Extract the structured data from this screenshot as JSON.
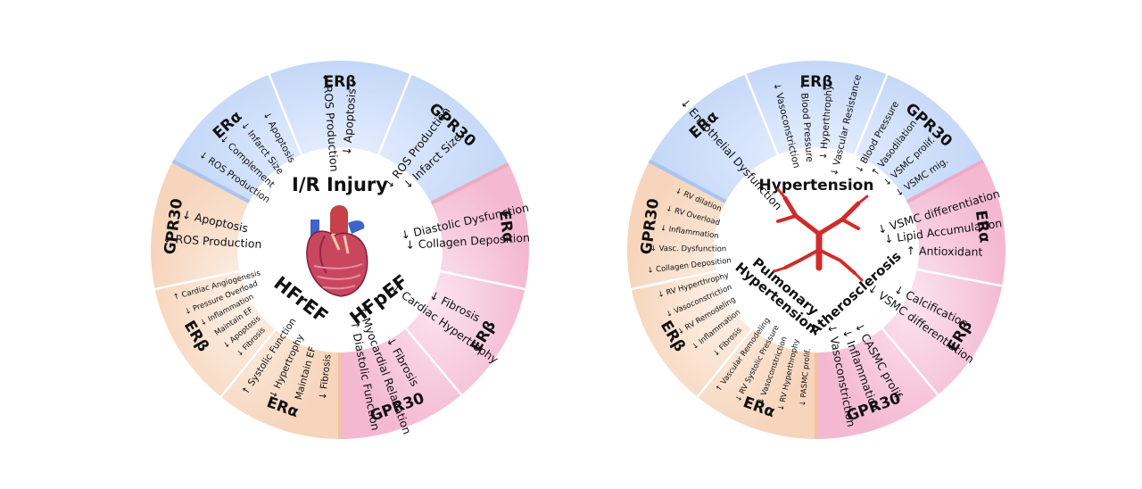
{
  "wheels": [
    {
      "id": "cardiac",
      "hub_labels": [
        {
          "key": "ir",
          "text": "I/R Injury"
        },
        {
          "key": "hfref",
          "text": "HFrEF"
        },
        {
          "key": "hfpef",
          "text": "HFpEF"
        }
      ],
      "segments": [
        {
          "receptor": "ERα",
          "items": [
            {
              "arrow": "down",
              "text": "ROS Production"
            },
            {
              "arrow": "down",
              "text": "Complement"
            },
            {
              "arrow": "down",
              "text": "Infarct Size"
            },
            {
              "arrow": "down",
              "text": "Apoptosis"
            }
          ]
        },
        {
          "receptor": "ERβ",
          "items": [
            {
              "arrow": "down",
              "text": "ROS Production"
            },
            {
              "arrow": "down",
              "text": "Apoptosis"
            }
          ]
        },
        {
          "receptor": "GPR30",
          "items": [
            {
              "arrow": "down",
              "text": "ROS Production"
            },
            {
              "arrow": "down",
              "text": "Infarct Size"
            }
          ]
        },
        {
          "receptor": "ERα",
          "items": [
            {
              "arrow": "down",
              "text": "Diastolic Dysfunction"
            },
            {
              "arrow": "down",
              "text": "Collagen Deposition"
            }
          ]
        },
        {
          "receptor": "ERβ",
          "items": [
            {
              "arrow": "down",
              "text": "Fibrosis"
            },
            {
              "arrow": "down",
              "text": "Cardiac Hypertrophy"
            }
          ]
        },
        {
          "receptor": "GPR30",
          "items": [
            {
              "arrow": "down",
              "text": "Fibrosis"
            },
            {
              "arrow": "up",
              "text": "Myocardial Relaxation"
            },
            {
              "arrow": "up",
              "text": "Diastolic Function"
            }
          ]
        },
        {
          "receptor": "ERα",
          "items": [
            {
              "arrow": "down",
              "text": "Fibrosis"
            },
            {
              "arrow": "none",
              "text": "Maintain EF"
            },
            {
              "arrow": "down",
              "text": "Hypertrophy"
            },
            {
              "arrow": "up",
              "text": "Systolic Function"
            }
          ]
        },
        {
          "receptor": "ERβ",
          "items": [
            {
              "arrow": "down",
              "text": "Fibrosis"
            },
            {
              "arrow": "down",
              "text": "Apoptosis"
            },
            {
              "arrow": "none",
              "text": "Maintain EF"
            },
            {
              "arrow": "down",
              "text": "Inflammation"
            },
            {
              "arrow": "down",
              "text": "Pressure Overload"
            },
            {
              "arrow": "up",
              "text": "Cardiac Angiogenesis"
            }
          ]
        },
        {
          "receptor": "GPR30",
          "items": [
            {
              "arrow": "down",
              "text": "ROS Production"
            },
            {
              "arrow": "down",
              "text": "Apoptosis"
            }
          ]
        }
      ]
    },
    {
      "id": "vascular",
      "hub_labels": [
        {
          "key": "htn",
          "text": "Hypertension"
        },
        {
          "key": "ph",
          "text": "Pulmonary Hypertension"
        },
        {
          "key": "ath",
          "text": "Atherosclerosis"
        }
      ],
      "segments": [
        {
          "receptor": "ERα",
          "items": [
            {
              "arrow": "down",
              "text": "Endothelial Dysfunction"
            }
          ]
        },
        {
          "receptor": "ERβ",
          "items": [
            {
              "arrow": "down",
              "text": "Vasoconstriction"
            },
            {
              "arrow": "down",
              "text": "Blood Pressure"
            },
            {
              "arrow": "down",
              "text": "Hyperthrophy"
            },
            {
              "arrow": "down",
              "text": "Vascular Resistance"
            }
          ]
        },
        {
          "receptor": "GPR30",
          "items": [
            {
              "arrow": "down",
              "text": "Blood Pressure"
            },
            {
              "arrow": "up",
              "text": "Vasodilation"
            },
            {
              "arrow": "down",
              "text": "VSMC prolif."
            },
            {
              "arrow": "down",
              "text": "VSMC mig."
            }
          ]
        },
        {
          "receptor": "ERα",
          "items": [
            {
              "arrow": "down",
              "text": "VSMC differentiation"
            },
            {
              "arrow": "down",
              "text": "Lipid Accumulation"
            },
            {
              "arrow": "up",
              "text": "Antioxidant"
            }
          ]
        },
        {
          "receptor": "ERβ",
          "items": [
            {
              "arrow": "down",
              "text": "Calcification"
            },
            {
              "arrow": "down",
              "text": "VSMC differentiation"
            }
          ]
        },
        {
          "receptor": "GPR30",
          "items": [
            {
              "arrow": "down",
              "text": "CASMC prolif."
            },
            {
              "arrow": "down",
              "text": "Inflammation"
            },
            {
              "arrow": "down",
              "text": "Vasoconstriction"
            }
          ]
        },
        {
          "receptor": "ERα",
          "items": [
            {
              "arrow": "down",
              "text": "PASMC prolif."
            },
            {
              "arrow": "down",
              "text": "RV Hyperthrophy"
            },
            {
              "arrow": "down",
              "text": "Vasoconstriction"
            },
            {
              "arrow": "down",
              "text": "RV Systolic Pressure"
            },
            {
              "arrow": "up",
              "text": "Vascular Remodeling"
            }
          ]
        },
        {
          "receptor": "ERβ",
          "items": [
            {
              "arrow": "down",
              "text": "Fibrosis"
            },
            {
              "arrow": "down",
              "text": "Inflammation"
            },
            {
              "arrow": "down",
              "text": "RV Remodeling"
            },
            {
              "arrow": "down",
              "text": "Vasoconstriction"
            },
            {
              "arrow": "down",
              "text": "RV Hyperthrophy"
            }
          ]
        },
        {
          "receptor": "GPR30",
          "items": [
            {
              "arrow": "down",
              "text": "Collagen Deposition"
            },
            {
              "arrow": "down",
              "text": "Vasc. Dysfunction"
            },
            {
              "arrow": "down",
              "text": "Inflammation"
            },
            {
              "arrow": "down",
              "text": "RV Overload"
            },
            {
              "arrow": "down",
              "text": "RV dilation"
            }
          ]
        }
      ]
    }
  ]
}
